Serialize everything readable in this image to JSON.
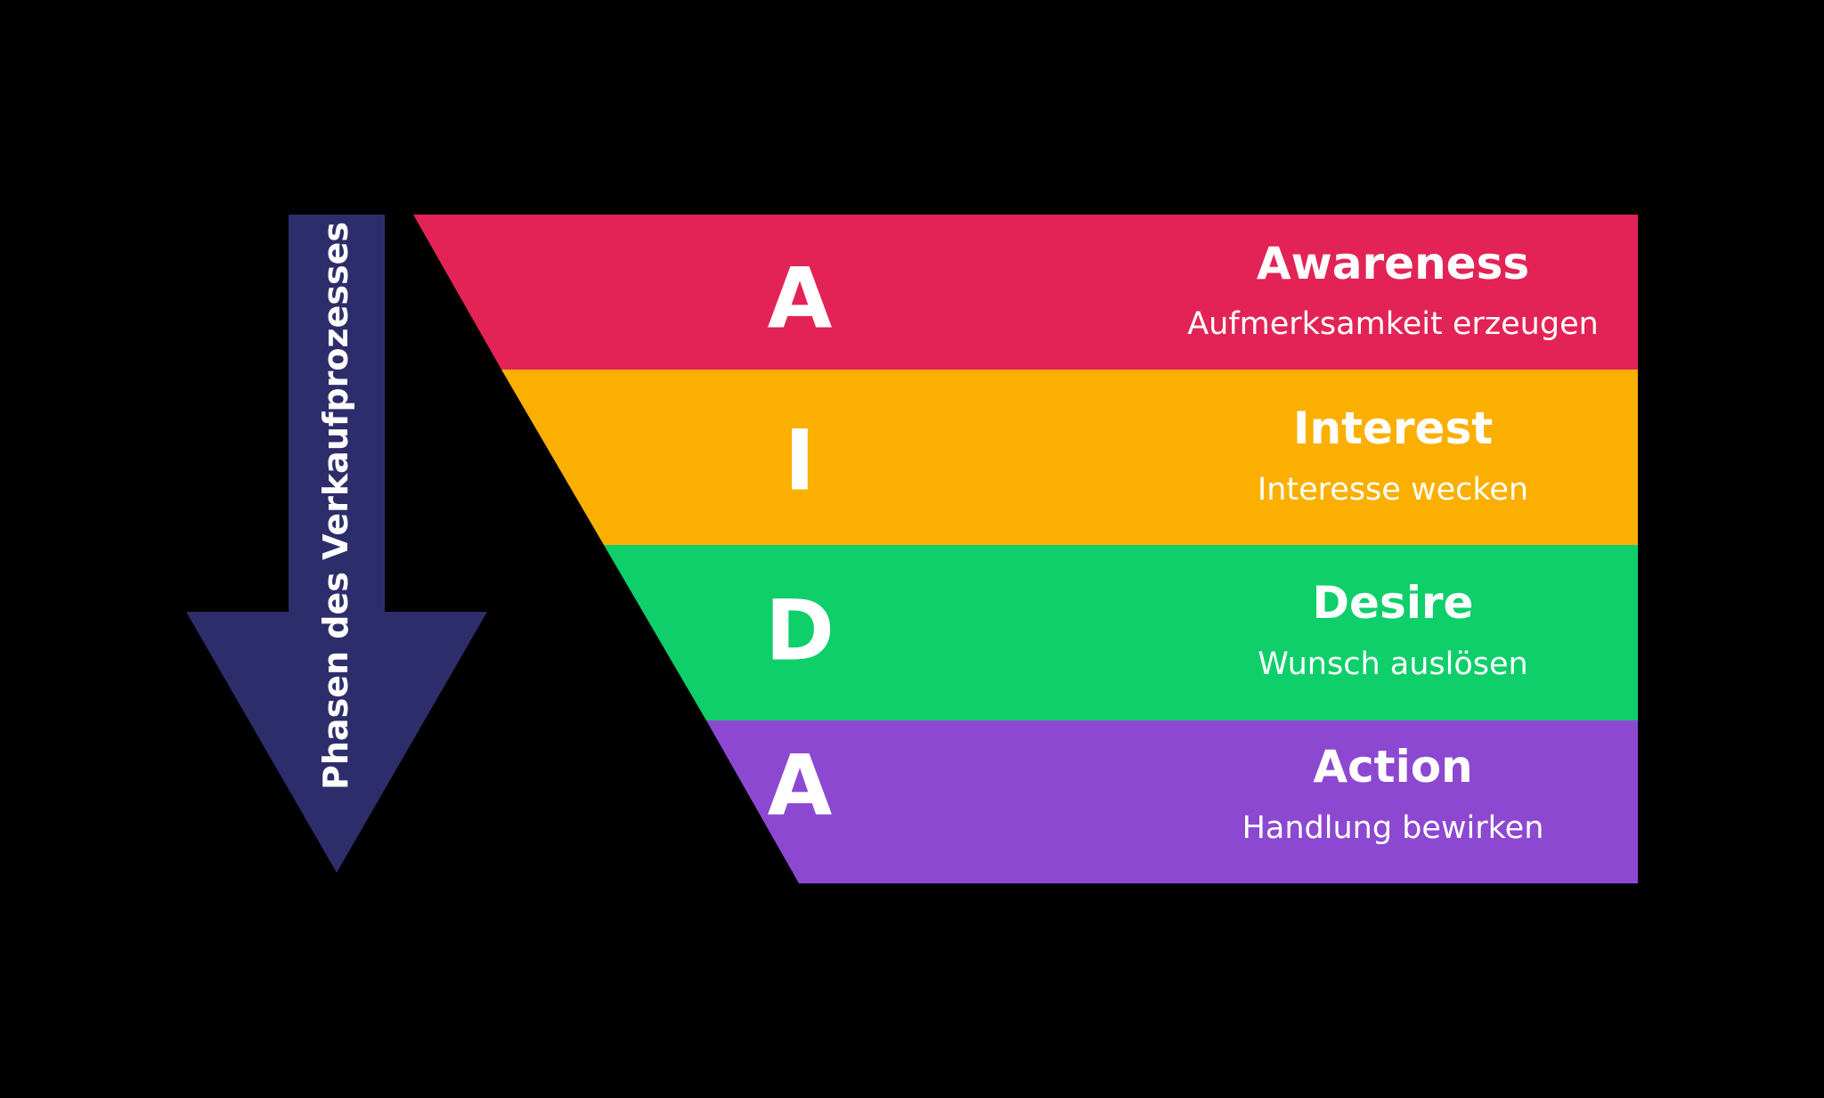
{
  "arrow": {
    "label": "Phasen des Verkaufprozesses",
    "color": "#2e2d6b",
    "icon": "down-arrow-icon"
  },
  "stages": [
    {
      "letter": "A",
      "title": "Awareness",
      "subtitle": "Aufmerksamkeit erzeugen",
      "color": "#e32356"
    },
    {
      "letter": "I",
      "title": "Interest",
      "subtitle": "Interesse wecken",
      "color": "#fbaf00"
    },
    {
      "letter": "D",
      "title": "Desire",
      "subtitle": "Wunsch auslösen",
      "color": "#0ecf6a"
    },
    {
      "letter": "A",
      "title": "Action",
      "subtitle": "Handlung bewirken",
      "color": "#8d48d2"
    }
  ]
}
